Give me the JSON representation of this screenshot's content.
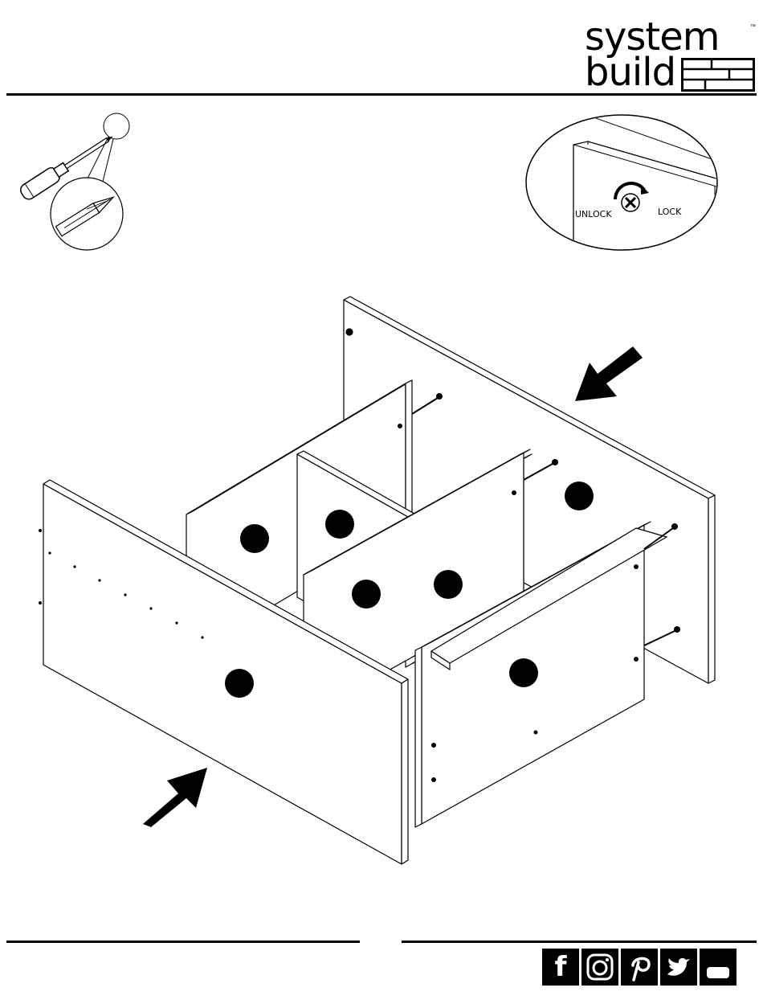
{
  "brand": {
    "line1": "system",
    "line2": "build",
    "trademark": "™"
  },
  "detail": {
    "unlock_label": "UNLOCK",
    "lock_label": "LOCK"
  },
  "tool": {
    "name": "phillips-screwdriver-icon"
  },
  "footer": {
    "social_icons": [
      "facebook-icon",
      "instagram-icon",
      "pinterest-icon",
      "twitter-icon",
      "youtube-icon"
    ],
    "facebook_glyph": "f"
  },
  "colors": {
    "ink": "#000000",
    "paper": "#ffffff"
  }
}
